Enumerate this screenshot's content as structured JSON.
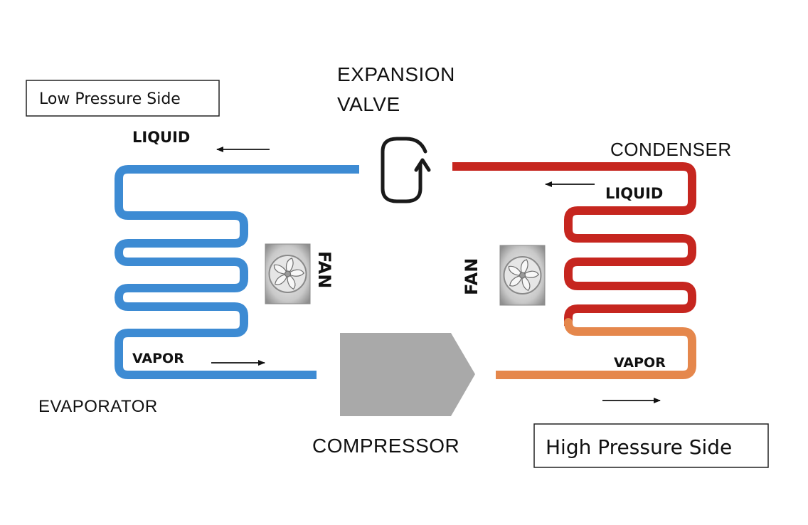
{
  "colors": {
    "low_side_pipe": "#3d8bd3",
    "high_side_liquid_pipe": "#c6261f",
    "high_side_vapor_pipe": "#e5874c",
    "compressor_fill": "#a9a9a9",
    "valve_stroke": "#1a1a1a",
    "fan_box": "#b5b5b5"
  },
  "labels": {
    "low_pressure_side": "Low Pressure Side",
    "high_pressure_side": "High Pressure Side",
    "expansion_valve_line1": "EXPANSION",
    "expansion_valve_line2": "VALVE",
    "condenser": "CONDENSER",
    "evaporator": "EVAPORATOR",
    "compressor": "COMPRESSOR",
    "liquid_left": "LIQUID",
    "liquid_right": "LIQUID",
    "vapor_left": "VAPOR",
    "vapor_right": "VAPOR",
    "fan_left": "FAN",
    "fan_right": "FAN"
  },
  "icons": {
    "expansion_valve": "loop-arrow-icon",
    "fan": "fan-icon",
    "flow_arrow": "arrow-icon"
  }
}
